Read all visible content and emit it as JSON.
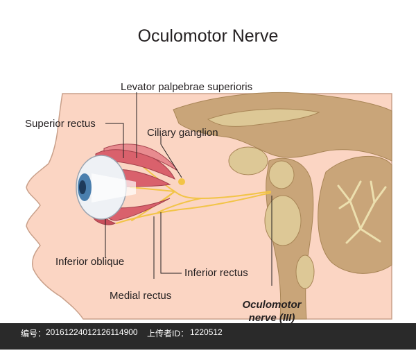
{
  "title": "Oculomotor Nerve",
  "labels": {
    "levator": "Levator palpebrae superioris",
    "superior_rectus": "Superior rectus",
    "ciliary_ganglion": "Ciliary ganglion",
    "inferior_oblique": "Inferior oblique",
    "inferior_rectus": "Inferior rectus",
    "medial_rectus": "Medial rectus",
    "nerve_line1": "Oculomotor",
    "nerve_line2": "nerve (III)"
  },
  "footer": {
    "id_prefix": "编号：",
    "id_value": "20161224012126114900",
    "uploader_prefix": "上传者ID：",
    "uploader_value": "1220512"
  },
  "colors": {
    "skin": "#fbd5c3",
    "skin_outline": "#c9a08a",
    "brain": "#c9a579",
    "brain_light": "#ddc896",
    "nerve": "#f2c447",
    "muscle": "#d9616c",
    "iris": "#4a7fae",
    "footer_bg": "#2a2a2a"
  }
}
